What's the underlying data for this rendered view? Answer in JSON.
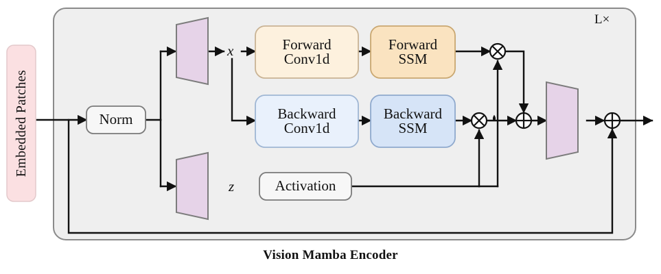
{
  "figure": {
    "caption": "Vision Mamba Encoder",
    "repeat_label": "L×"
  },
  "input": {
    "label": "Embedded Patches",
    "fill": "#fbe0e2",
    "stroke": "#b8a6a8"
  },
  "container": {
    "fill": "#efefef",
    "stroke": "#8a8a8a"
  },
  "blocks": [
    {
      "id": "norm",
      "label_lines": [
        "Norm"
      ],
      "fill": "#f7f7f7",
      "stroke": "#7a7a7a"
    },
    {
      "id": "forward-conv1d",
      "label_lines": [
        "Forward",
        "Conv1d"
      ],
      "fill": "#fdf1de",
      "stroke": "#c9b394"
    },
    {
      "id": "forward-ssm",
      "label_lines": [
        "Forward",
        "SSM"
      ],
      "fill": "#fae3c0",
      "stroke": "#c9a770"
    },
    {
      "id": "backward-conv1d",
      "label_lines": [
        "Backward",
        "Conv1d"
      ],
      "fill": "#e9f1fc",
      "stroke": "#9fb6d4"
    },
    {
      "id": "backward-ssm",
      "label_lines": [
        "Backward",
        "SSM"
      ],
      "fill": "#d6e4f7",
      "stroke": "#8fa9cd"
    },
    {
      "id": "activation",
      "label_lines": [
        "Activation"
      ],
      "fill": "#f7f7f7",
      "stroke": "#7a7a7a"
    }
  ],
  "projections": [
    {
      "id": "proj-x",
      "direction": "expand",
      "fill": "#e6d3e8",
      "stroke": "#7c7c7c"
    },
    {
      "id": "proj-z",
      "direction": "expand",
      "fill": "#e6d3e8",
      "stroke": "#7c7c7c"
    },
    {
      "id": "proj-out",
      "direction": "shrink",
      "fill": "#e6d3e8",
      "stroke": "#7c7c7c"
    }
  ],
  "variables": [
    {
      "id": "x",
      "label": "x"
    },
    {
      "id": "z",
      "label": "z"
    }
  ],
  "operators": [
    {
      "id": "mul-forward",
      "symbol": "⊗",
      "name": "multiply"
    },
    {
      "id": "mul-backward",
      "symbol": "⊗",
      "name": "multiply"
    },
    {
      "id": "add-merge",
      "symbol": "⊕",
      "name": "add"
    },
    {
      "id": "add-residual",
      "symbol": "⊕",
      "name": "add"
    }
  ],
  "colors": {
    "wire": "#111111",
    "text": "#111111",
    "background": "#ffffff"
  }
}
